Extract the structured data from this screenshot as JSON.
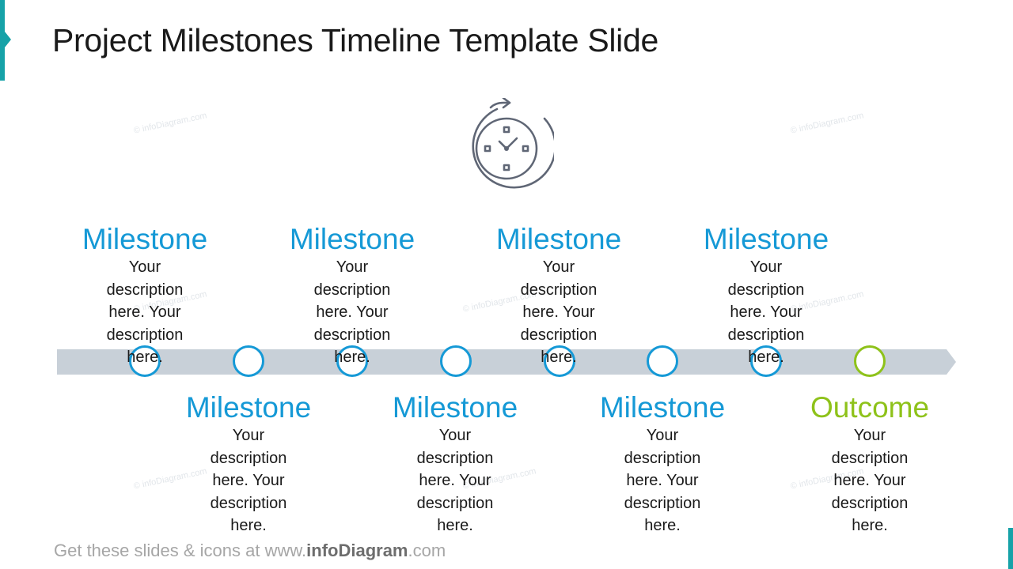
{
  "slide": {
    "title": "Project Milestones Timeline Template Slide"
  },
  "watermark_text": "© infoDiagram.com",
  "hero_icon": "clock-refresh-icon",
  "colors": {
    "accent": "#16a2a8",
    "milestone": "#1599d6",
    "outcome": "#8ec21a",
    "bar": "#c8d0d8"
  },
  "milestones_top": [
    {
      "title": "Milestone",
      "desc": "Your description here. Your description here."
    },
    {
      "title": "Milestone",
      "desc": "Your description here. Your description here."
    },
    {
      "title": "Milestone",
      "desc": "Your description here. Your description here."
    },
    {
      "title": "Milestone",
      "desc": "Your description here. Your description here."
    }
  ],
  "milestones_bottom": [
    {
      "title": "Milestone",
      "desc": "Your description here. Your description here."
    },
    {
      "title": "Milestone",
      "desc": "Your description here. Your description here."
    },
    {
      "title": "Milestone",
      "desc": "Your description here. Your description here."
    },
    {
      "title": "Outcome",
      "desc": "Your description here. Your description here."
    }
  ],
  "footer": {
    "prefix": "Get these slides & icons at www.",
    "brand": "infoDiagram",
    "suffix": ".com"
  }
}
